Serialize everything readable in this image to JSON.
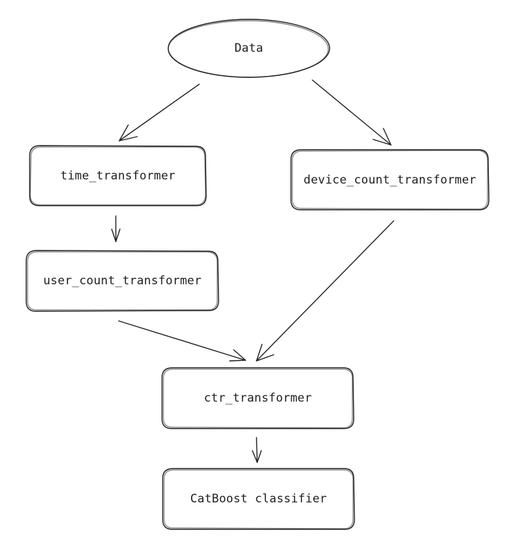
{
  "diagram": {
    "nodes": {
      "data": "Data",
      "time_transformer": "time_transformer",
      "device_count_transformer": "device_count_transformer",
      "user_count_transformer": "user_count_transformer",
      "ctr_transformer": "ctr_transformer",
      "catboost_classifier": "CatBoost classifier"
    },
    "edges": [
      {
        "from": "data",
        "to": "time_transformer"
      },
      {
        "from": "data",
        "to": "device_count_transformer"
      },
      {
        "from": "time_transformer",
        "to": "user_count_transformer"
      },
      {
        "from": "user_count_transformer",
        "to": "ctr_transformer"
      },
      {
        "from": "device_count_transformer",
        "to": "ctr_transformer"
      },
      {
        "from": "ctr_transformer",
        "to": "catboost_classifier"
      }
    ],
    "stroke_color": "#1e1e1e",
    "background_color": "#ffffff"
  }
}
